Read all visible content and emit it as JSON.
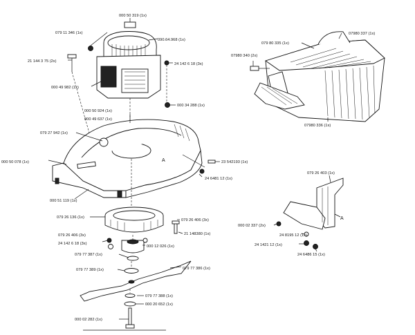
{
  "labels": {
    "p000050319": "000 50 319 (1x)",
    "p079113346": "079 11 346 (1x)",
    "p090064968": "090.64.968 (1x)",
    "p021144375": "21 144 3 75 (2x)",
    "p024142618a": "24 142 6 18 (3x)",
    "p000049982": "000 49 982 (1x)",
    "p000034288": "000 34 288 (1x)",
    "p000050924": "000 50 924 (1x)",
    "p000049637": "000 49 637 (1x)",
    "p079027942": "079 27 942 (1x)",
    "p000050078": "000 50 078 (1x)",
    "p023542193": "23 542193 (1x)",
    "p024648112": "24 6481 12 (1x)",
    "p000051119": "000 51 119 (1x)",
    "p079026136": "079 26 136 (1x)",
    "p079026406a": "079 26 406 (3x)",
    "p021148380": "21 148380 (1x)",
    "p079026406b": "079 26 406 (3x)",
    "p024142618b": "24 142 6 18 (3x)",
    "p000012026": "000 12 026 (1x)",
    "p079077387": "079 77 387 (1x)",
    "p079077389": "079 77 389 (1x)",
    "p079077386": "079 77 386 (1x)",
    "p079077388": "079 77 388 (1x)",
    "p000020652": "000 20 652 (1x)",
    "p000002282": "000 02 282 (1x)",
    "p079080337": "07980 337 (1x)",
    "p079080335": "079 80 335 (1x)",
    "p079080340": "07980 340 (2x)",
    "p079080336": "07980 336 (1x)",
    "p079026403": "079 26 403 (1x)",
    "p000002337": "000 02 337 (2x)",
    "p024819512": "24 8195 12 (1x)",
    "p024142112": "24 1421 12 (1x)",
    "p024648615": "24 6486 15 (1x)",
    "markerA1": "A",
    "markerA2": "A"
  }
}
